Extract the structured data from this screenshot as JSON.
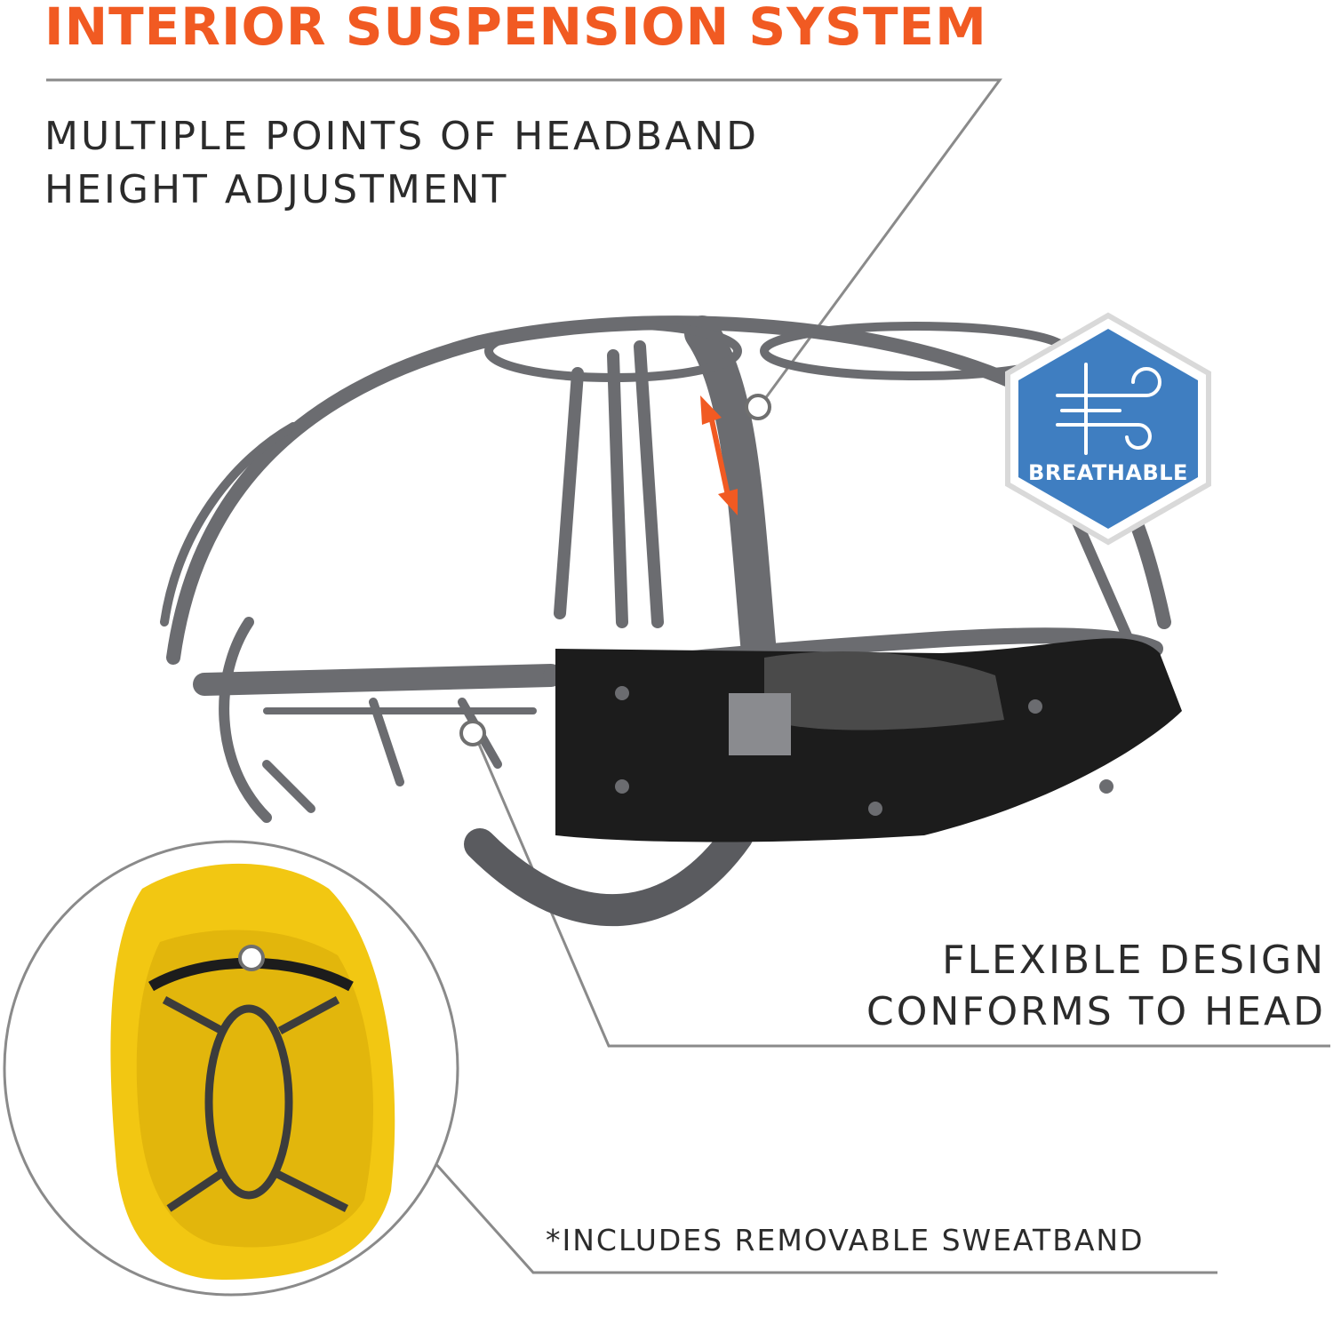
{
  "title": "INTERIOR SUSPENSION SYSTEM",
  "callouts": {
    "height_adjustment": [
      "MULTIPLE POINTS OF HEADBAND",
      "HEIGHT ADJUSTMENT"
    ],
    "flexible_design": [
      "FLEXIBLE DESIGN",
      "CONFORMS TO HEAD"
    ],
    "sweatband": "*INCLUDES REMOVABLE SWEATBAND"
  },
  "badge": {
    "label": "BREATHABLE",
    "icon": "wind-icon",
    "color": "#3f7ec1"
  },
  "colors": {
    "accent": "#f15a22",
    "text": "#2b2b2b",
    "lines": "#8a8a8a",
    "suspension": "#6b6c70",
    "sweatband": "#1c1c1c",
    "helmet": "#f2c712"
  }
}
